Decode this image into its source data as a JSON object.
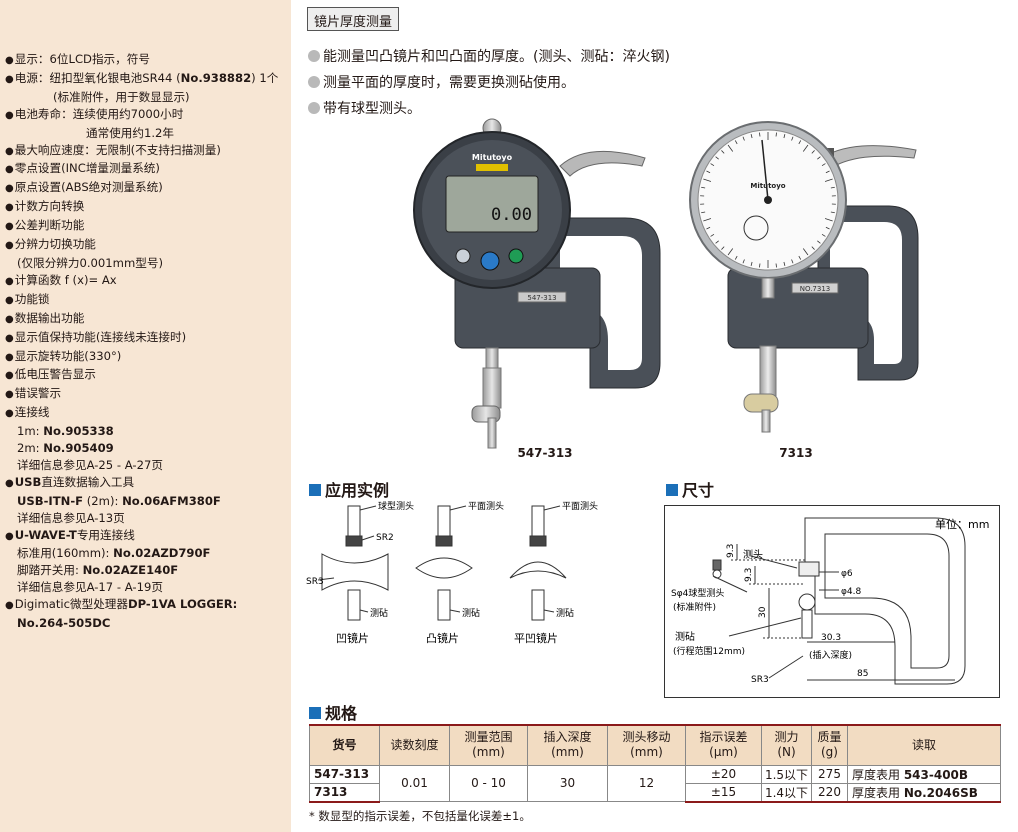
{
  "tab_label": "镜片厚度测量",
  "intro": [
    "能测量凹凸镜片和凹凸面的厚度。(测头、测砧：淬火钢)",
    "测量平面的厚度时，需要更换测砧使用。",
    "带有球型测头。"
  ],
  "features": [
    {
      "text": "显示：6位LCD指示，符号"
    },
    {
      "pre": "电源：纽扣型氧化银电池SR44 (",
      "bold": "No.938882",
      "post": ") 1个"
    },
    {
      "text": "(标准附件，用于数显显示)"
    },
    {
      "text": "电池寿命：连续使用约7000小时"
    },
    {
      "text": "通常使用约1.2年"
    },
    {
      "text": "最大响应速度：无限制(不支持扫描测量)"
    },
    {
      "text": "零点设置(INC增量测量系统)"
    },
    {
      "text": "原点设置(ABS绝对测量系统)"
    },
    {
      "text": "计数方向转换"
    },
    {
      "text": "公差判断功能"
    },
    {
      "text": "分辨力切换功能"
    },
    {
      "text": "(仅限分辨力0.001mm型号)"
    },
    {
      "text": "计算函数 f (x)= Ax"
    },
    {
      "text": "功能锁"
    },
    {
      "text": "数据输出功能"
    },
    {
      "text": "显示值保持功能(连接线未连接时)"
    },
    {
      "text": "显示旋转功能(330°)"
    },
    {
      "text": "低电压警告显示"
    },
    {
      "text": "错误警示"
    },
    {
      "text": "连接线"
    },
    {
      "pre": "1m: ",
      "bold": "No.905338"
    },
    {
      "pre": "2m: ",
      "bold": "No.905409"
    },
    {
      "text": "详细信息参见A-25 - A-27页"
    },
    {
      "bold": "USB",
      "pre2": "直连数据输入工具"
    },
    {
      "bold": "USB-ITN-F",
      "post": " (2m): ",
      "bold2": "No.06AFM380F"
    },
    {
      "text": "详细信息参见A-13页"
    },
    {
      "bold": "U-WAVE-T",
      "pre2": "专用连接线"
    },
    {
      "pre": "标准用(160mm): ",
      "bold": "No.02AZD790F"
    },
    {
      "pre": "脚踏开关用: ",
      "bold": "No.02AZE140F"
    },
    {
      "text": "详细信息参见A-17 - A-19页"
    },
    {
      "pre": "Digimatic微型处理器",
      "bold": "DP-1VA LOGGER:"
    },
    {
      "bold": "No.264-505DC"
    }
  ],
  "products": [
    {
      "model": "547-313",
      "display_reading": "0.00",
      "brand": "Mitutoyo",
      "stand_label": "547-313"
    },
    {
      "model": "7313",
      "brand": "Mitutoyo",
      "stand_label": "NO.7313"
    }
  ],
  "sections": {
    "examples": "应用实例",
    "dimensions": "尺寸",
    "specs": "规格"
  },
  "examples": {
    "labels": {
      "ball_probe": "球型测头",
      "flat_probe": "平面测头",
      "sr2": "SR2",
      "sr3": "SR3",
      "anvil": "测砧"
    },
    "captions": [
      "凹镜片",
      "凸镜片",
      "平凹镜片"
    ]
  },
  "dimensions": {
    "unit": "单位：mm",
    "probe": "测头",
    "ball_probe": "Sφ4球型测头",
    "ball_probe_note": "(标准附件)",
    "anvil": "测砧",
    "anvil_note": "(行程范围12mm)",
    "insert_note": "(插入深度)",
    "values": {
      "d93a": "9.3",
      "d93b": "9.3",
      "d30": "30",
      "phi6": "φ6",
      "phi48": "φ4.8",
      "d303": "30.3",
      "d85": "85",
      "sr3": "SR3"
    }
  },
  "spec_table": {
    "headers": [
      "货号",
      "读数刻度",
      "测量范围\n(mm)",
      "插入深度\n(mm)",
      "测头移动\n(mm)",
      "指示误差\n(μm)",
      "测力\n(N)",
      "质量\n(g)",
      "读取"
    ],
    "rows": [
      {
        "model": "547-313",
        "reading": "0.01",
        "range": "0 - 10",
        "depth": "30",
        "movement": "12",
        "error": "±20",
        "force": "1.5以下",
        "mass": "275",
        "read_pre": "厚度表用 ",
        "read_bold": "543-400B"
      },
      {
        "model": "7313",
        "error": "±15",
        "force": "1.4以下",
        "mass": "220",
        "read_pre": "厚度表用 ",
        "read_bold": "No.2046SB"
      }
    ],
    "footnote": "* 数显型的指示误差，不包括量化误差±1。"
  }
}
